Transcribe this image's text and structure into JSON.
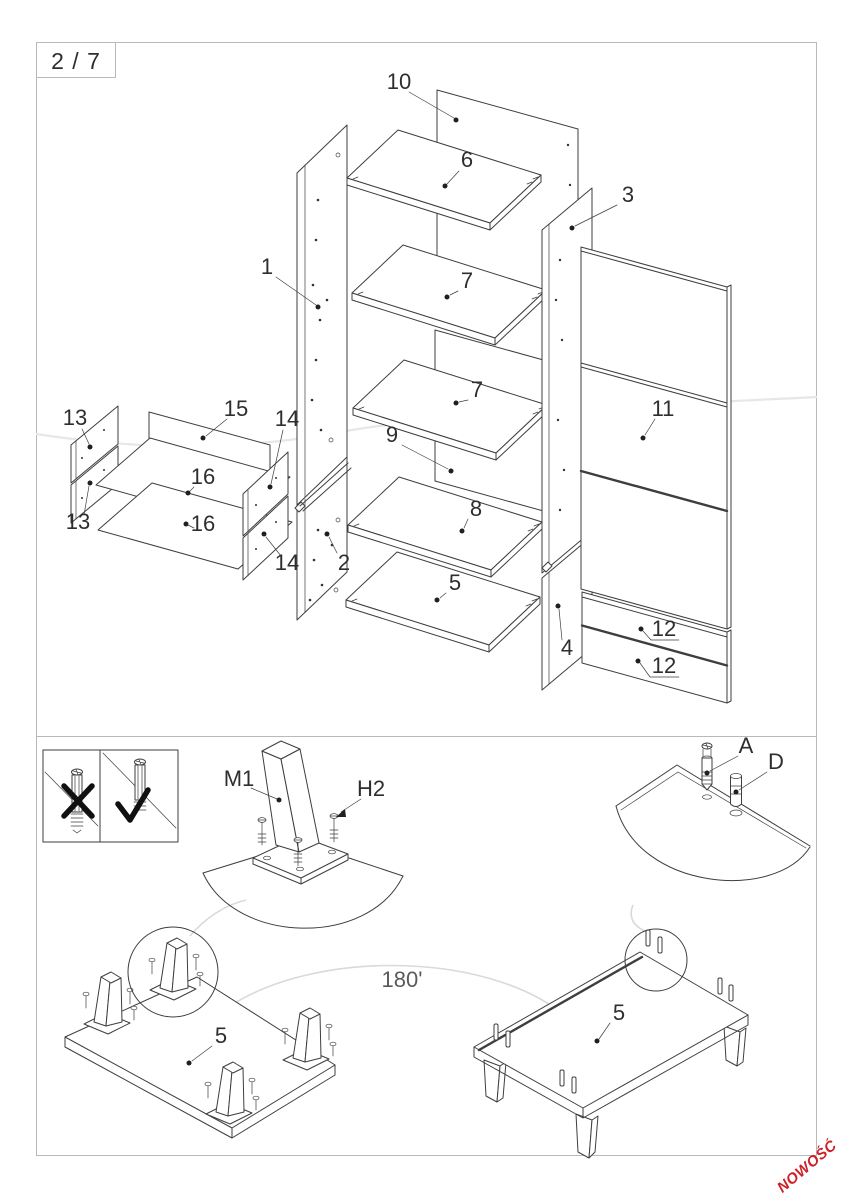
{
  "page": {
    "indicator": "2 / 7",
    "badge": "NOWOŚĆ",
    "rotation_note": "180'"
  },
  "part_labels": {
    "p1": "1",
    "p2": "2",
    "p3": "3",
    "p4": "4",
    "p5": "5",
    "p6": "6",
    "p7": "7",
    "p8": "8",
    "p9": "9",
    "p10": "10",
    "p11": "11",
    "p12": "12",
    "p13": "13",
    "p14": "14",
    "p15": "15",
    "p16": "16"
  },
  "hardware_labels": {
    "m1": "M1",
    "h2": "H2",
    "a": "A",
    "d": "D"
  },
  "icons": {
    "wrong": "x-mark",
    "correct": "check-mark"
  }
}
